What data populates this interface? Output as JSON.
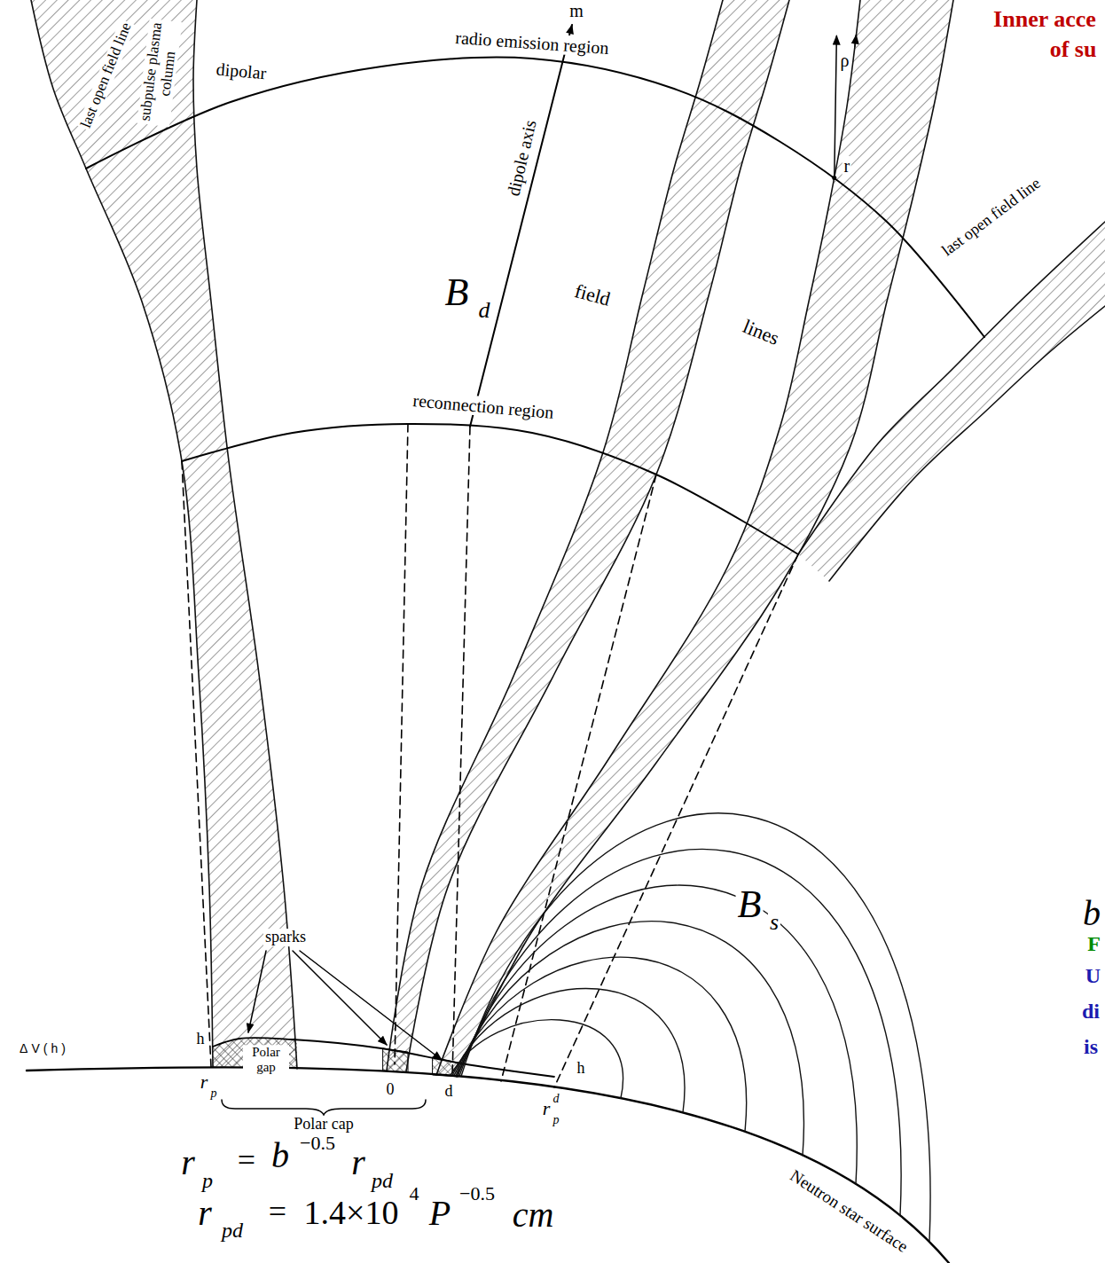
{
  "diagram": {
    "labels": [
      "Inner acce",
      "of su",
      "m",
      "radio emission region",
      "last open field line",
      "subpulse plasma column",
      "dipolar",
      "B",
      "d",
      "dipole axis",
      "field",
      "lines",
      "ρ",
      "r",
      "reconnection region",
      "last open field line",
      "B",
      "s",
      "b",
      "F",
      "U",
      "di",
      "is",
      "sparks",
      "ΔV(h)",
      "h",
      "Polar gap",
      "0",
      "d",
      "h",
      "r",
      "p",
      "Polar cap",
      "r",
      "d",
      "p",
      "Neutron star surface",
      "r",
      "p",
      "=",
      "b",
      "−0.5",
      "r",
      "pd",
      "r",
      "pd",
      "=",
      "1.4×10",
      "4",
      "P",
      "−0.5",
      "cm"
    ]
  }
}
